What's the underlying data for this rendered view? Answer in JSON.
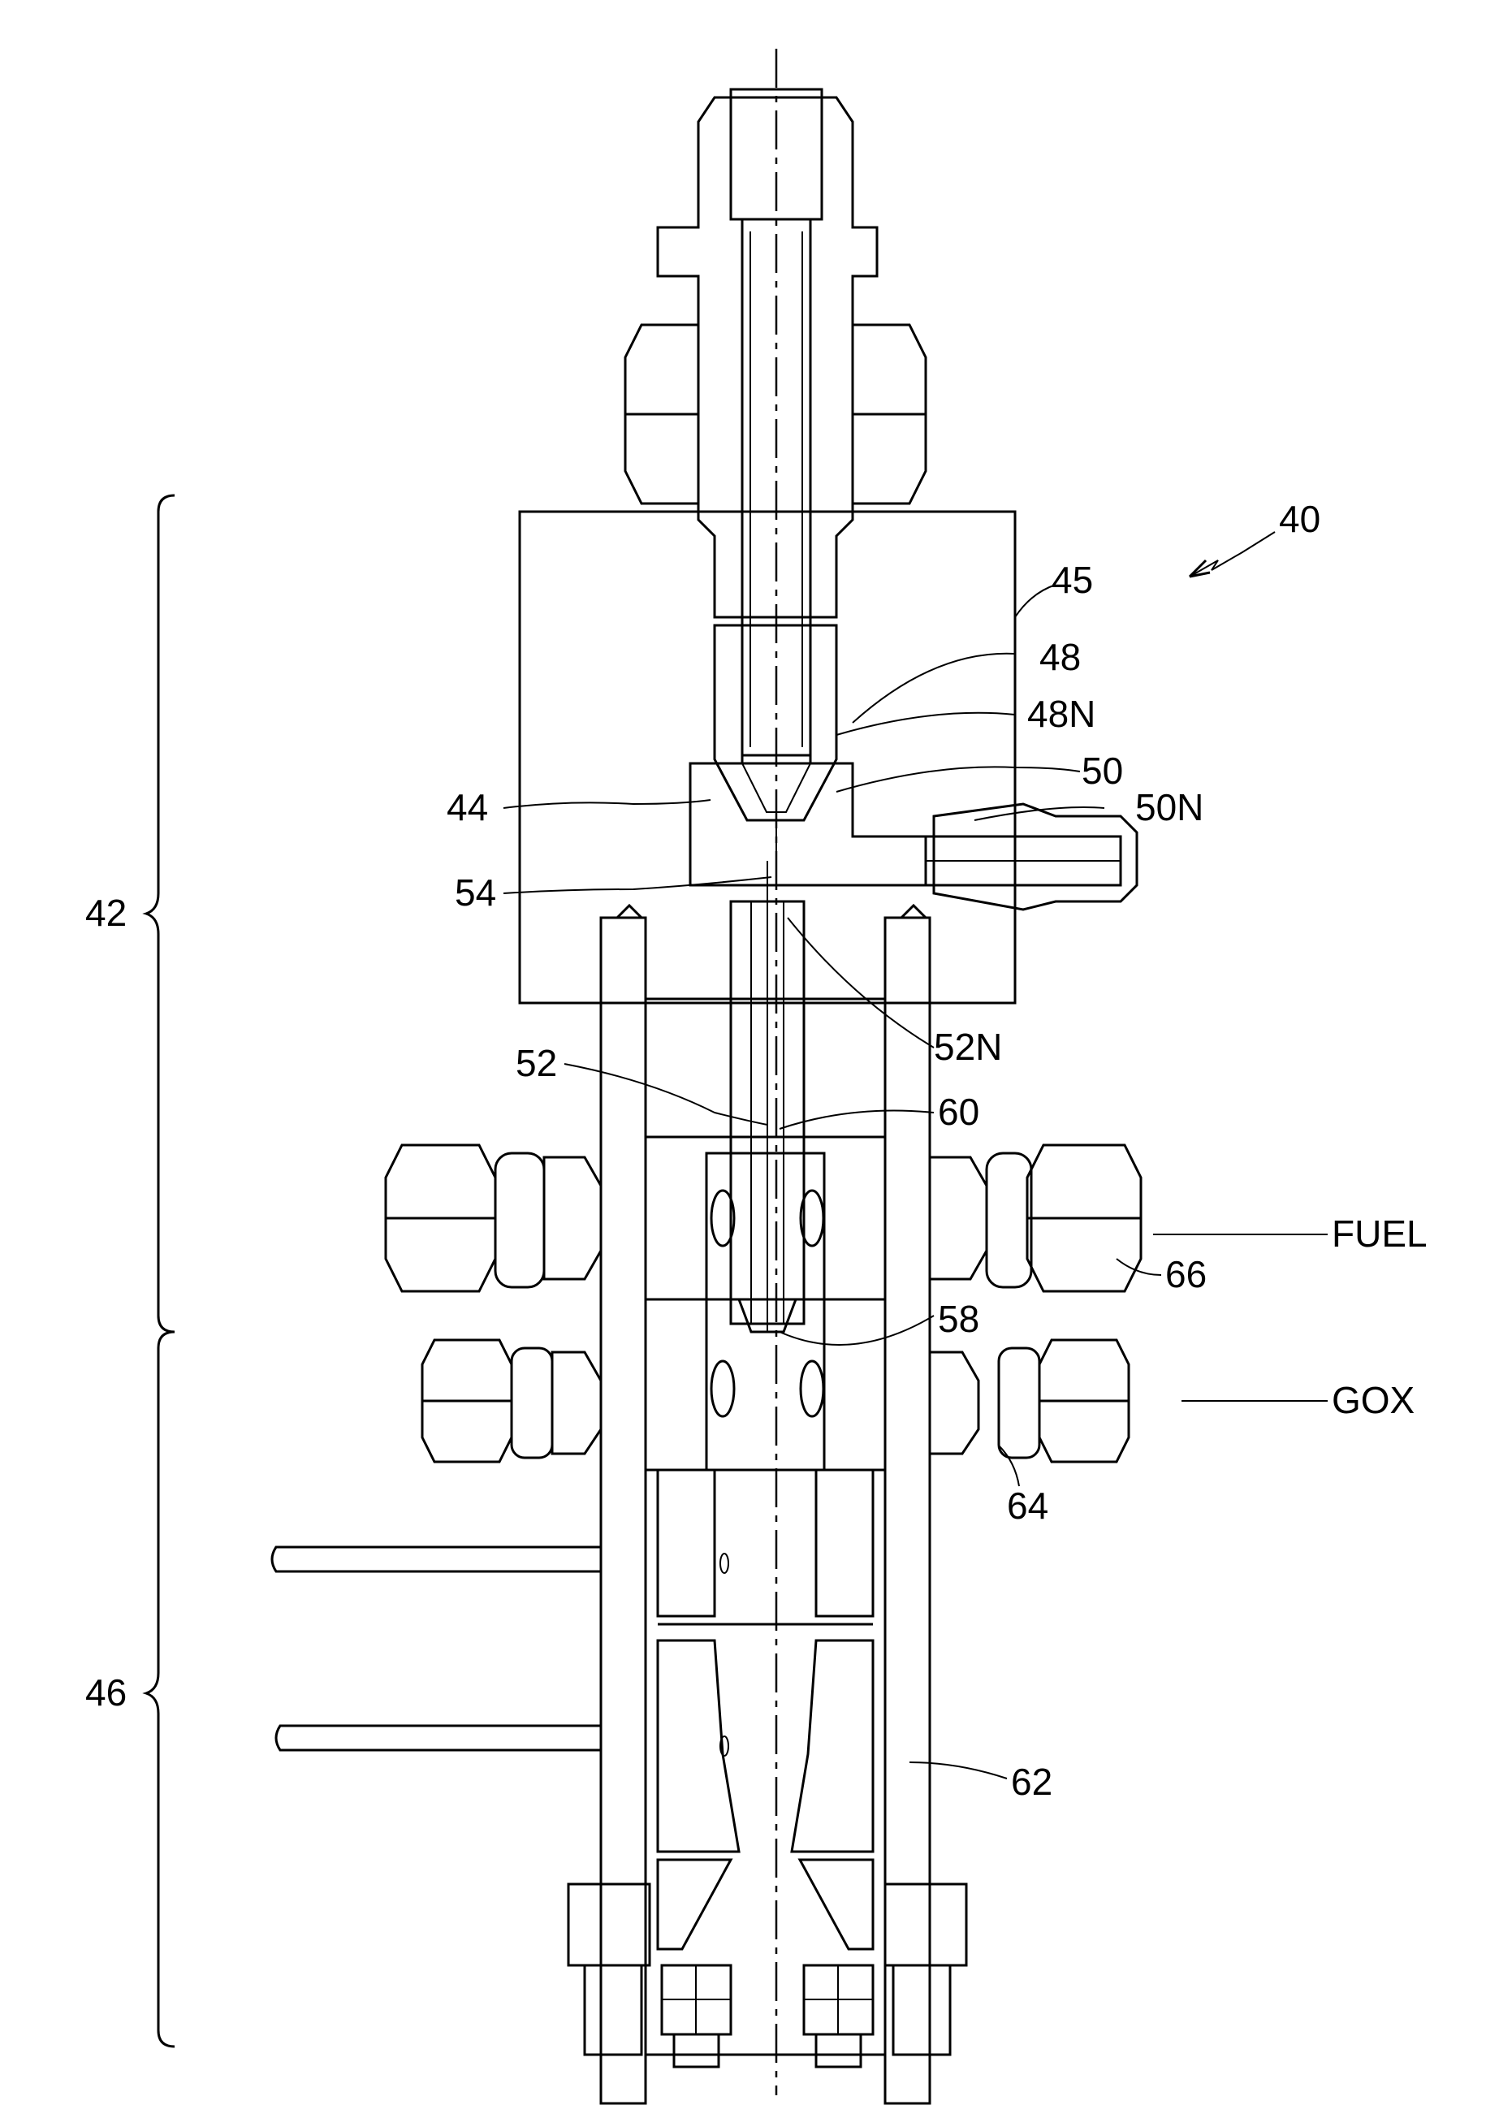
{
  "labels": {
    "l40": "40",
    "l45": "45",
    "l48": "48",
    "l48N": "48N",
    "l50": "50",
    "l50N": "50N",
    "l44": "44",
    "l54": "54",
    "l42": "42",
    "l52N": "52N",
    "l52": "52",
    "l60": "60",
    "fuel": "FUEL",
    "l66": "66",
    "l58": "58",
    "gox": "GOX",
    "l64": "64",
    "l46": "46",
    "l62": "62"
  }
}
